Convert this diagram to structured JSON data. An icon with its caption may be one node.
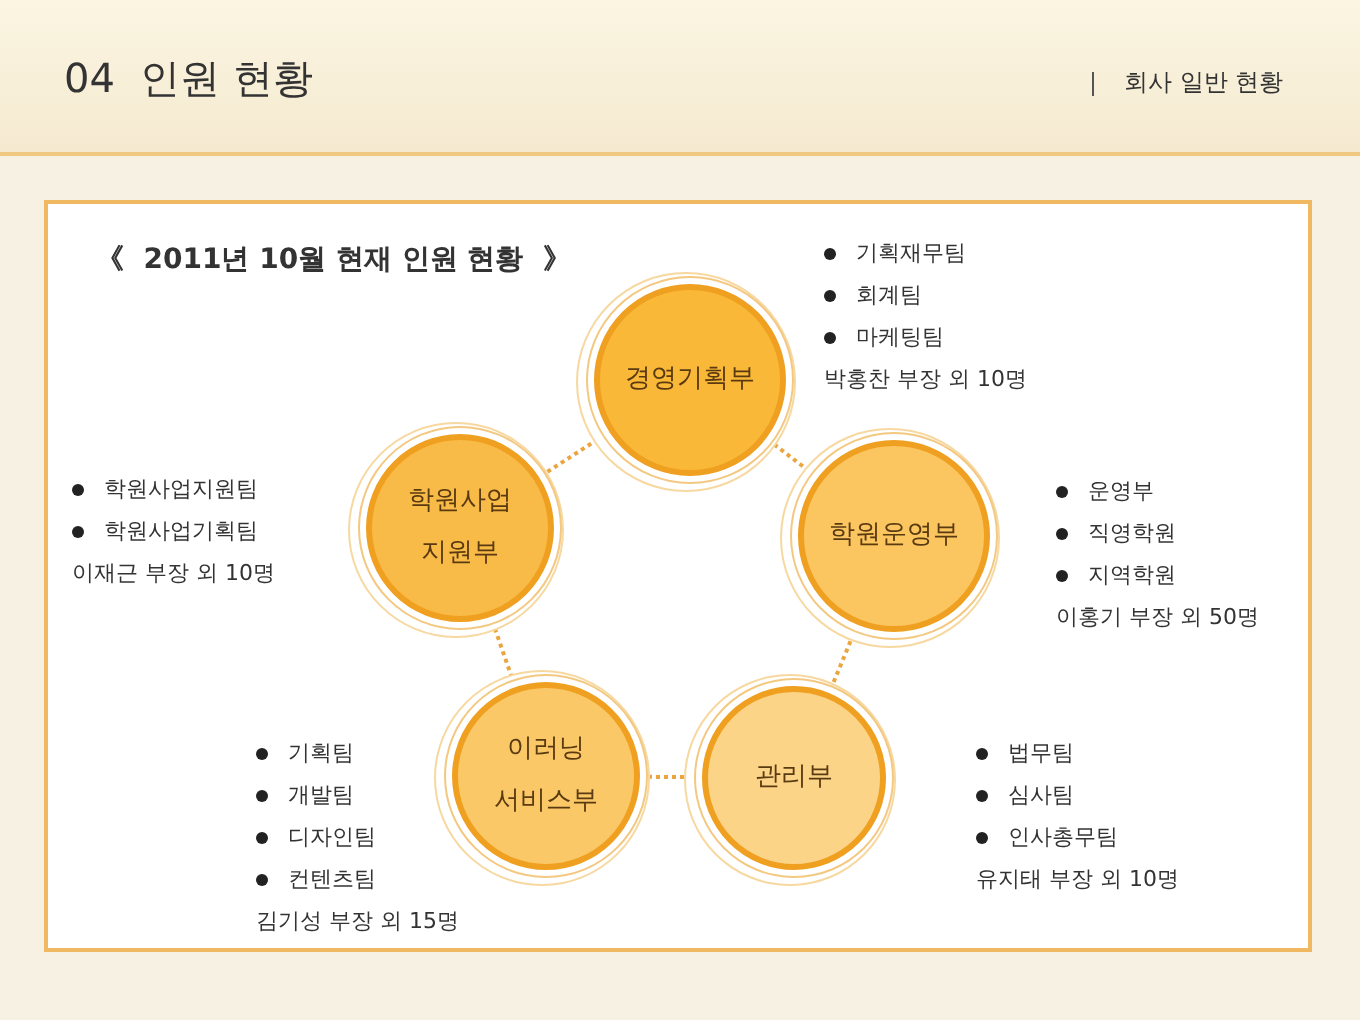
{
  "diagram": {
    "title": "04  인원 현황",
    "nodes": [
      {
        "text": [
          "경영기획부"
        ],
        "beside": [
          "기획재무팀",
          "회계팀",
          "마케팅팀",
          "박홍찬 부장 외 10명"
        ]
      },
      {
        "text": [
          "학원운영부"
        ],
        "beside": [
          "운영부",
          "직영학원",
          "지역학원",
          "이홍기 부장 외 50명"
        ]
      },
      {
        "text": [
          "관리부"
        ],
        "beside": [
          "법무팀",
          "심사팀",
          "인사총무팀",
          "유지태 부장 외 10명"
        ]
      },
      {
        "text": [
          "이러닝 서비스부"
        ],
        "beside": [
          "기획팀",
          "개발팀",
          "디자인팀",
          "컨텐츠팀",
          "김기성 부장 외 15명"
        ]
      },
      {
        "text": [
          "학원사업 지원부"
        ],
        "beside": [
          "학원사업지원팀",
          "학원사업기획팀",
          "이재근 부장 외 10명"
        ]
      }
    ],
    "edges": [
      {
        "from": 0,
        "to": 1,
        "arrow": "none",
        "style": "dashed"
      },
      {
        "from": 1,
        "to": 2,
        "arrow": "none",
        "style": "dashed"
      },
      {
        "from": 2,
        "to": 3,
        "arrow": "none",
        "style": "dashed"
      },
      {
        "from": 3,
        "to": 4,
        "arrow": "none",
        "style": "dashed"
      },
      {
        "from": 4,
        "to": 0,
        "arrow": "none",
        "style": "dashed"
      }
    ],
    "labels": [
      "회사 일반 현황",
      "《  2011년 10월 현재 인원 현황  》"
    ]
  }
}
